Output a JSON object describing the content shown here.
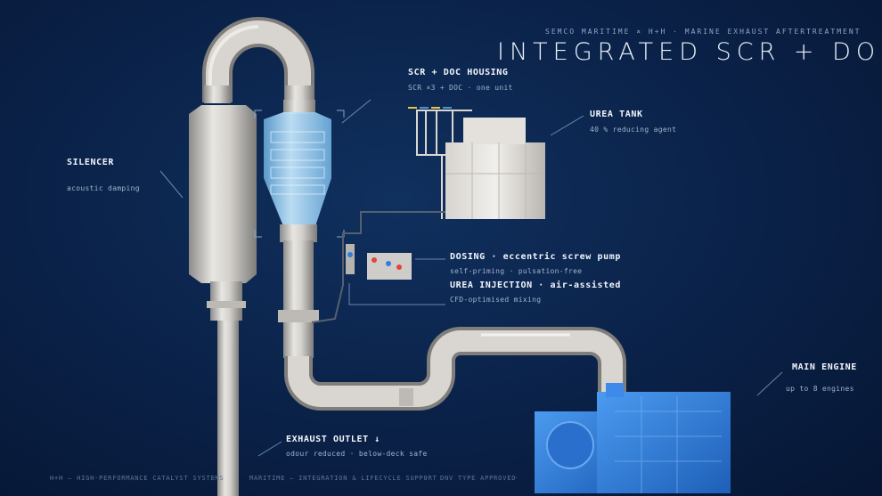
{
  "header": {
    "kicker": "SEMCO MARITIME × H+H · MARINE EXHAUST AFTERTREATMENT",
    "title": "INTEGRATED SCR + DOC"
  },
  "callouts": {
    "housing": {
      "label": "SCR + DOC HOUSING",
      "sub": "SCR ×3 + DOC · one unit"
    },
    "urea_tank": {
      "label": "UREA TANK",
      "sub": "40 % reducing agent"
    },
    "silencer": {
      "label": "SILENCER",
      "sub": "acoustic damping"
    },
    "dosing": {
      "label": "DOSING · eccentric screw pump",
      "sub": "self-priming · pulsation-free"
    },
    "injection": {
      "label": "UREA INJECTION · air-assisted",
      "sub": "CFD-optimised mixing"
    },
    "main_engine": {
      "label": "MAIN ENGINE",
      "sub": "up to 8 engines"
    },
    "exhaust_outlet": {
      "label": "EXHAUST OUTLET ↓",
      "sub": "odour reduced · below-deck safe"
    }
  },
  "colors": {
    "bar1": "#e6c43c",
    "bar2": "#4a92d8",
    "bar3": "#e6c43c",
    "bar4": "#4a92d8",
    "pipe": "#d9d6d2",
    "engine": "#2f7fe0",
    "scr": "#9fd2f4"
  },
  "footer": {
    "item1": "H+H — HIGH-PERFORMANCE CATALYST SYSTEMS",
    "item2": "MARITIME — INTEGRATION & LIFECYCLE SUPPORT",
    "item3": "DNV TYPE APPROVED"
  }
}
